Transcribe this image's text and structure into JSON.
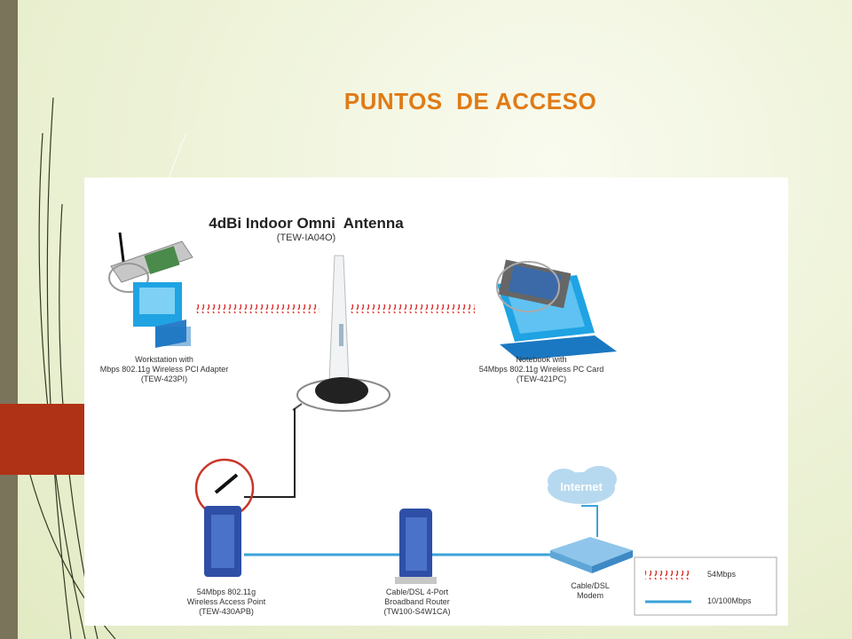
{
  "slide": {
    "title": "PUNTOS  DE ACCESO"
  },
  "diagram": {
    "antenna": {
      "title": "4dBi Indoor Omni  Antenna",
      "model": "(TEW-IA04O)"
    },
    "workstation": {
      "line1": "Workstation with",
      "line2": "Mbps 802.11g Wireless PCI Adapter",
      "line3": "(TEW-423PI)"
    },
    "notebook": {
      "line1": "Notebook with",
      "line2": "54Mbps 802.11g Wireless PC Card",
      "line3": "(TEW-421PC)"
    },
    "internet": {
      "label": "Internet"
    },
    "access_point": {
      "line1": "54Mbps 802.11g",
      "line2": "Wireless Access Point",
      "line3": "(TEW-430APB)"
    },
    "router": {
      "line1": "Cable/DSL 4-Port",
      "line2": "Broadband Router",
      "line3": "(TW100-S4W1CA)"
    },
    "modem": {
      "line1": "Cable/DSL",
      "line2": "Modem"
    },
    "legend": {
      "wireless": "54Mbps",
      "wired": "10/100Mbps"
    },
    "colors": {
      "wireless": "#d9342b",
      "wired": "#3aa3d8",
      "device_blue": "#2f4fa6",
      "title_orange": "#e07b16",
      "accent_red": "#b03216"
    }
  }
}
